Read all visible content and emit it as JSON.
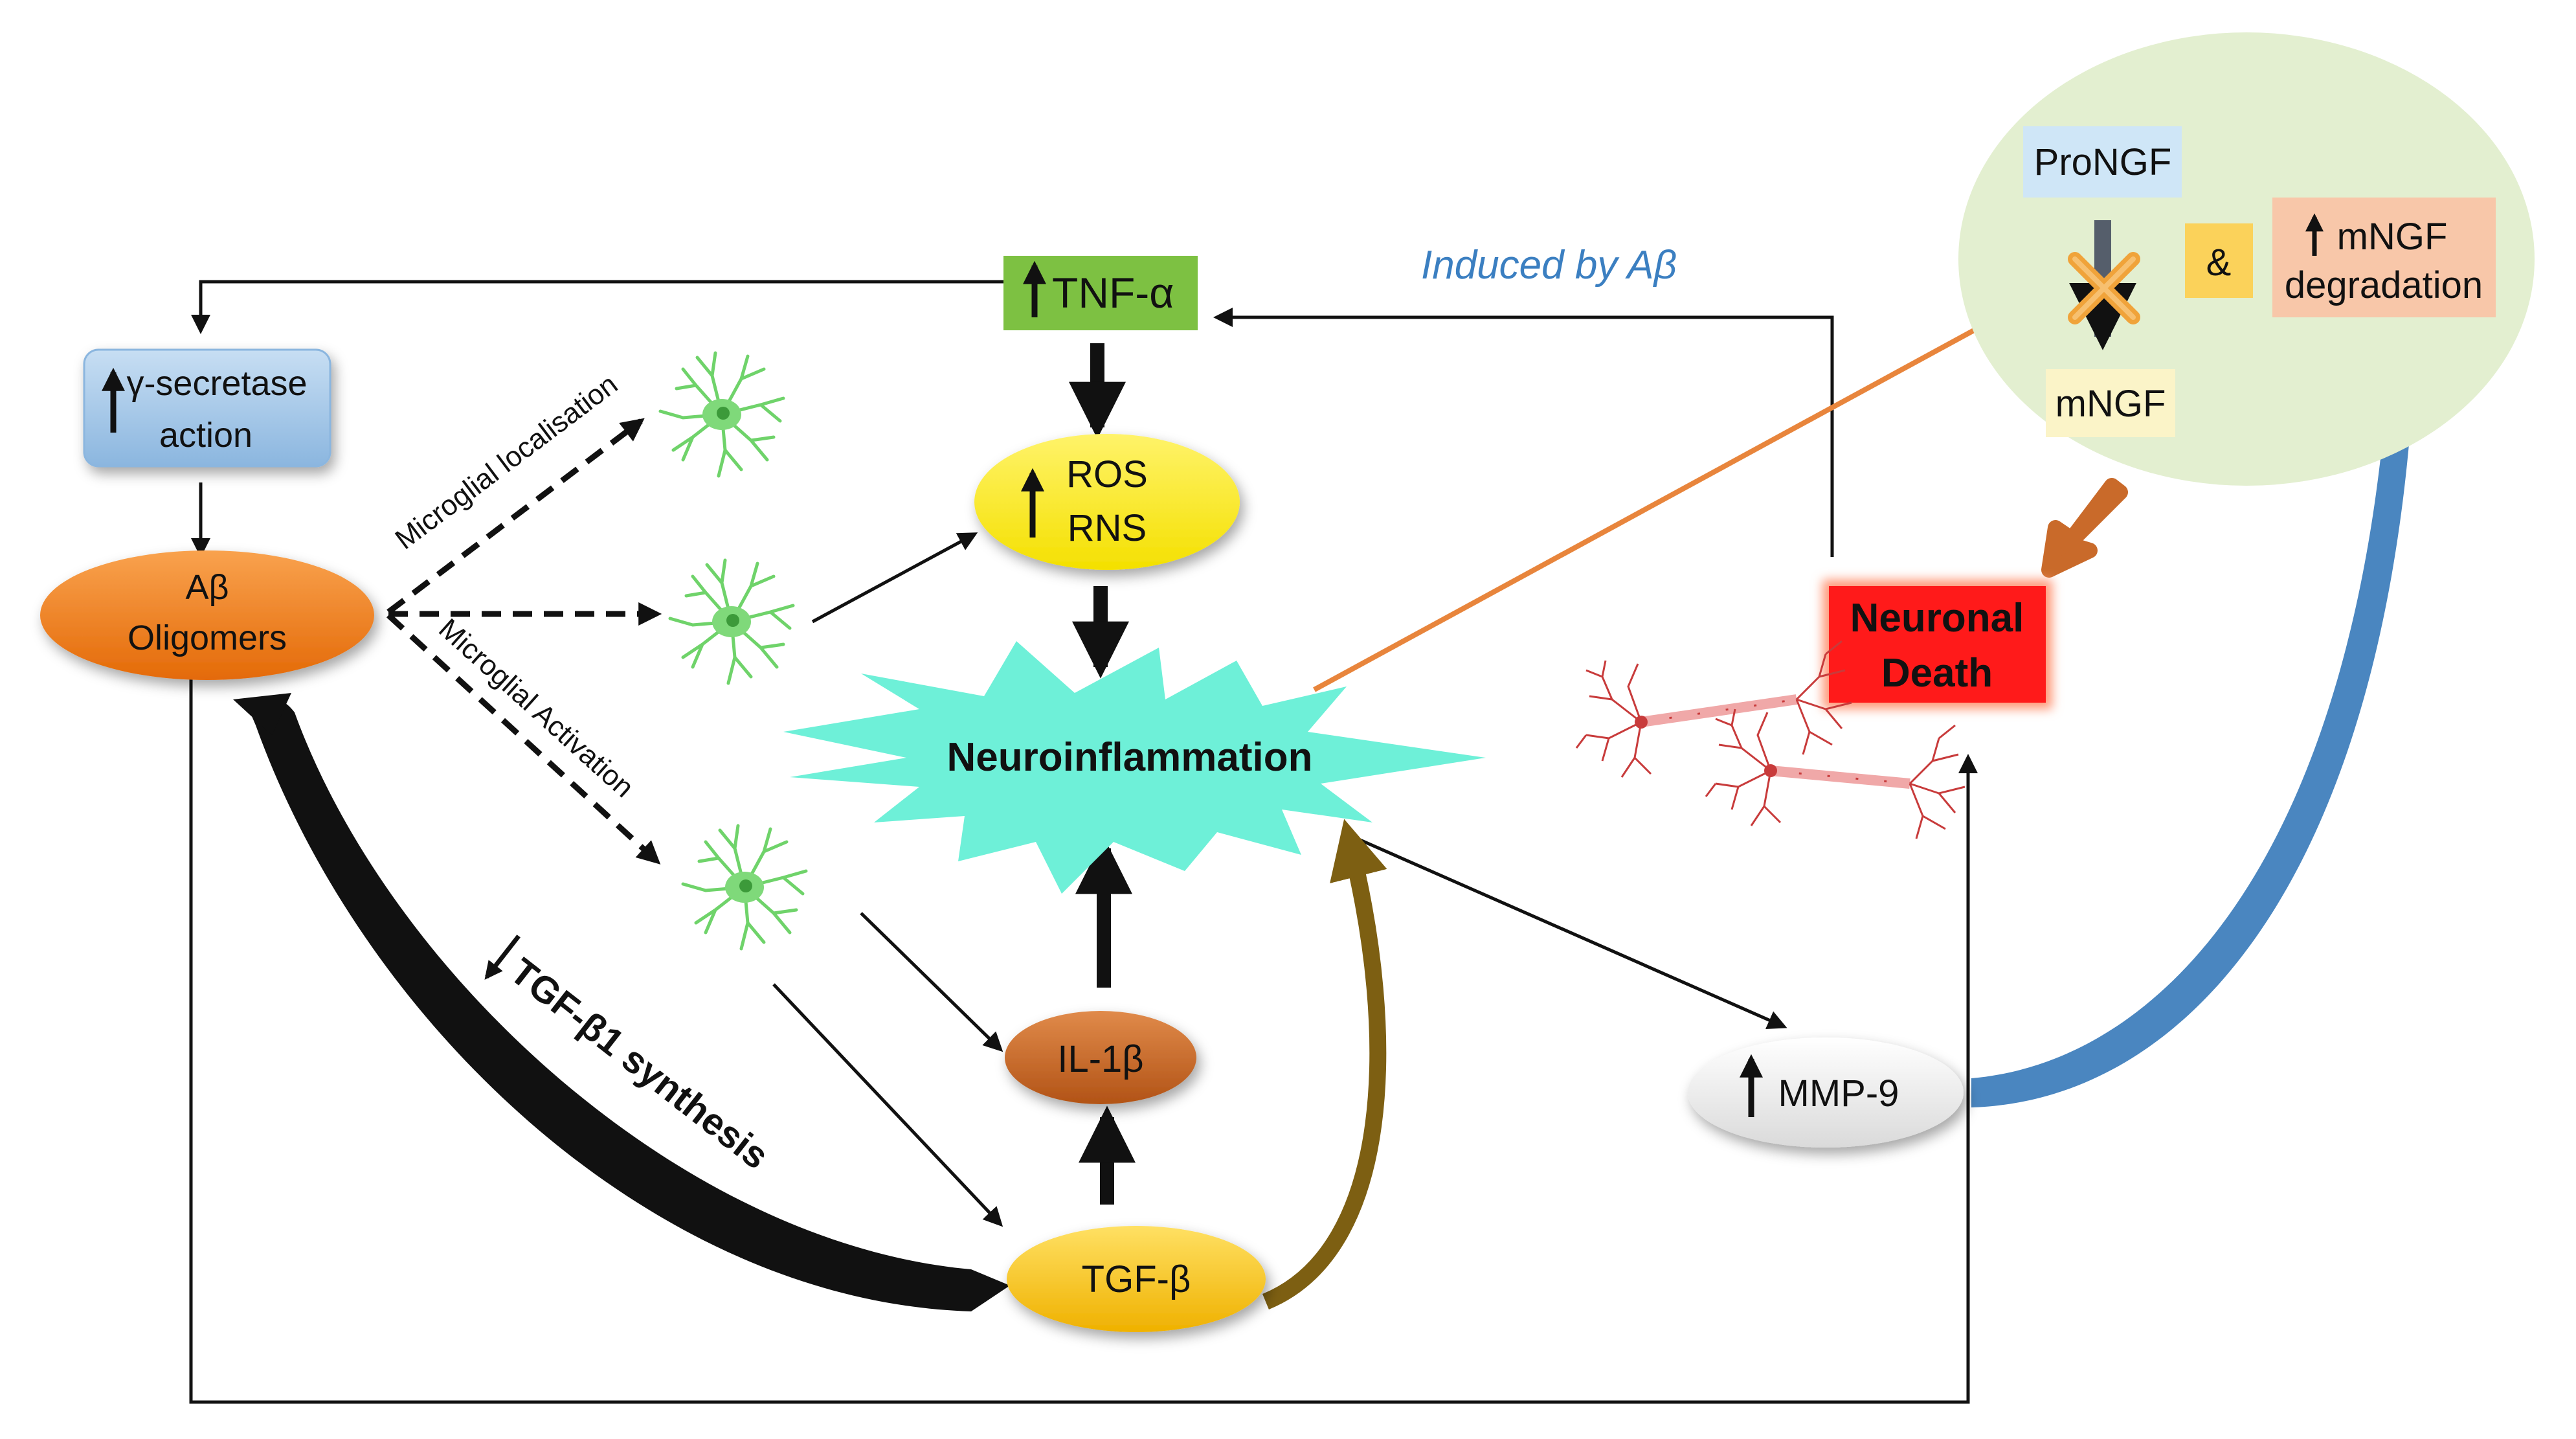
{
  "nodes": {
    "tnf": "TNF-α",
    "gamma_secretase_line1": "γ-secretase",
    "gamma_secretase_line2": "action",
    "abeta_line1": "Aβ",
    "abeta_line2": "Oligomers",
    "ros": "ROS",
    "rns": "RNS",
    "neuroinflammation": "Neuroinflammation",
    "il1b": "IL-1β",
    "tgfb": "TGF-β",
    "mmp9": "MMP-9",
    "neuronal_death_line1": "Neuronal",
    "neuronal_death_line2": "Death",
    "prongf": "ProNGF",
    "mngf": "mNGF",
    "ampersand": "&",
    "mngf_degradation_line1": "mNGF",
    "mngf_degradation_line2": "degradation"
  },
  "edge_labels": {
    "microglial_localisation": "Microglial localisation",
    "microglial_activation": "Microglial Activation",
    "tgf_b1_synthesis": "TGF-β1 synthesis",
    "induced_by": "Induced by Aβ"
  },
  "colors": {
    "tnf_fill": "#7dc142",
    "gamma_fill": "#a7cbea",
    "abeta_fill": "#f07f1a",
    "ros_fill": "#f7ec22",
    "neuroinflammation_fill": "#6ef0d8",
    "il1b_fill": "#c8621d",
    "tgfb_fill": "#f5c518",
    "mmp9_fill": "#eeeeee",
    "neuronal_death_fill": "#ff1a1a",
    "ngf_circle_fill": "#e3efd0",
    "prongf_fill": "#cfe6f7",
    "mngf_fill": "#fbf4c8",
    "ampersand_fill": "#fbd25a",
    "degradation_fill": "#f8c7a9",
    "orange_arrow": "#e8853c",
    "blue_arrow": "#4a86c0",
    "olive_arrow": "#7d5f12",
    "microglia": "#5cc75a",
    "neuron": "#d23a3a"
  }
}
